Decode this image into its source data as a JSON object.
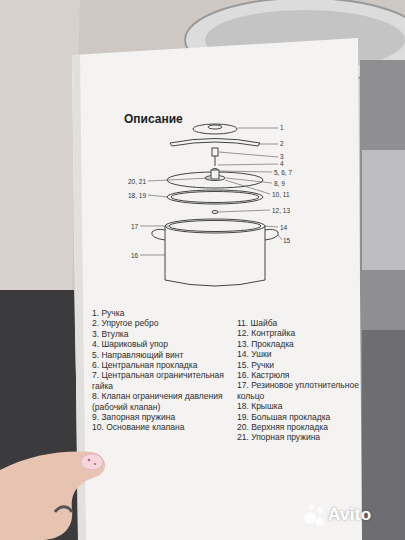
{
  "diagram": {
    "title": "Описание",
    "labels": [
      "1",
      "2",
      "3",
      "4",
      "5, 6, 7",
      "8, 9",
      "10, 11",
      "12, 13",
      "14",
      "15",
      "16",
      "17",
      "18, 19",
      "20, 21",
      "1. Ручка",
      "2. Упругое ребро",
      "3. Втулка",
      "4. Шариковый упор",
      "5. Направляющий винт",
      "6. Центральная прокладка",
      "7. Центральная ограничительная гайка",
      "8. Клапан ограничения давления (рабочий клапан)",
      "9. Запорная пружина",
      "10. Основание клапана",
      "11. Шайба",
      "12. Контргайка",
      "13. Прокладка",
      "14. Ушки",
      "15. Ручки",
      "16. Кастрюля",
      "17. Резиновое уплотнительное кольцо",
      "18. Крышка",
      "19. Большая прокладка",
      "20. Верхняя прокладка",
      "21. Упорная пружина",
      "Avito"
    ]
  }
}
